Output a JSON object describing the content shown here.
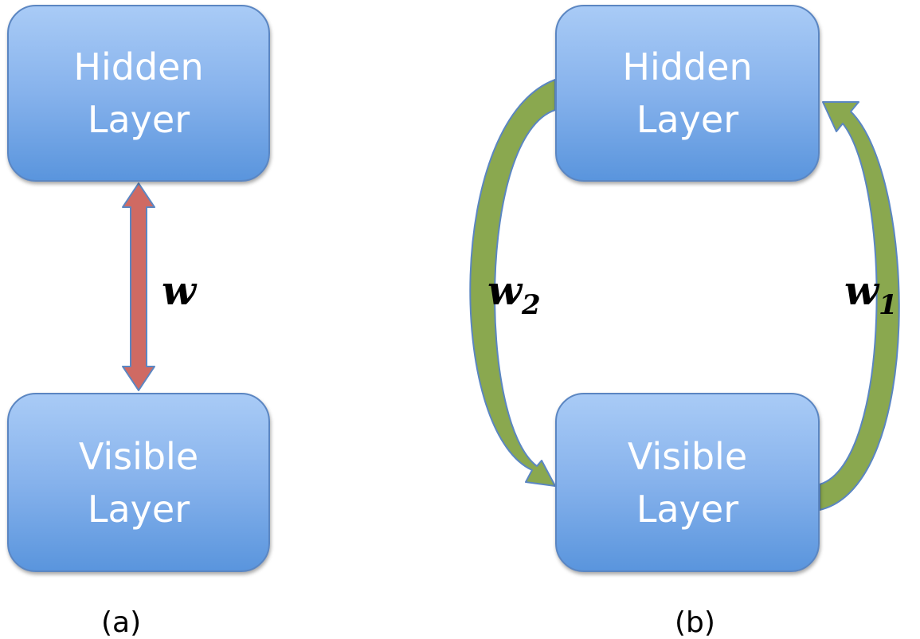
{
  "panel_a": {
    "hidden_box": {
      "line1": "Hidden",
      "line2": "Layer"
    },
    "visible_box": {
      "line1": "Visible",
      "line2": "Layer"
    },
    "weight_label": "w",
    "caption": "(a)",
    "arrow_color": "#cf6a63"
  },
  "panel_b": {
    "hidden_box": {
      "line1": "Hidden",
      "line2": "Layer"
    },
    "visible_box": {
      "line1": "Visible",
      "line2": "Layer"
    },
    "weight_left": {
      "base": "w",
      "sub": "2"
    },
    "weight_right": {
      "base": "w",
      "sub": "1"
    },
    "caption": "(b)",
    "arrow_color": "#8aa84f"
  },
  "colors": {
    "box_top": "#a9cbf6",
    "box_bottom": "#5a95dd",
    "box_border": "#5b86c2",
    "box_text": "#ffffff"
  }
}
